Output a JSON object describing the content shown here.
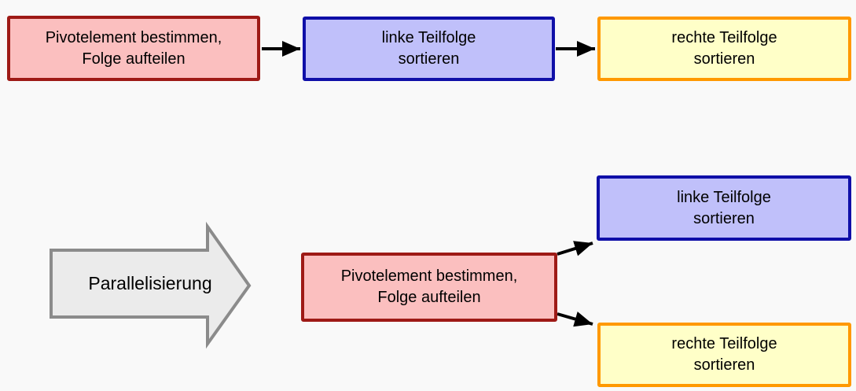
{
  "colors": {
    "background": "#f9f9f9",
    "pivot_fill": "#fbbfbf",
    "pivot_border": "#9e1a16",
    "left_fill": "#c0c0fa",
    "left_border": "#0f0fa8",
    "right_fill": "#ffffc8",
    "right_border": "#ff9900",
    "arrow_fill": "#ebebeb",
    "arrow_border": "#8b8b8b",
    "connector": "#000000"
  },
  "sequential_flow": {
    "pivot_box": {
      "line1": "Pivotelement bestimmen,",
      "line2": "Folge aufteilen"
    },
    "left_sort_box": {
      "line1": "linke Teilfolge",
      "line2": "sortieren"
    },
    "right_sort_box": {
      "line1": "rechte Teilfolge",
      "line2": "sortieren"
    }
  },
  "transformation": {
    "label": "Parallelisierung"
  },
  "parallel_flow": {
    "pivot_box": {
      "line1": "Pivotelement bestimmen,",
      "line2": "Folge aufteilen"
    },
    "left_sort_box": {
      "line1": "linke Teilfolge",
      "line2": "sortieren"
    },
    "right_sort_box": {
      "line1": "rechte Teilfolge",
      "line2": "sortieren"
    }
  }
}
